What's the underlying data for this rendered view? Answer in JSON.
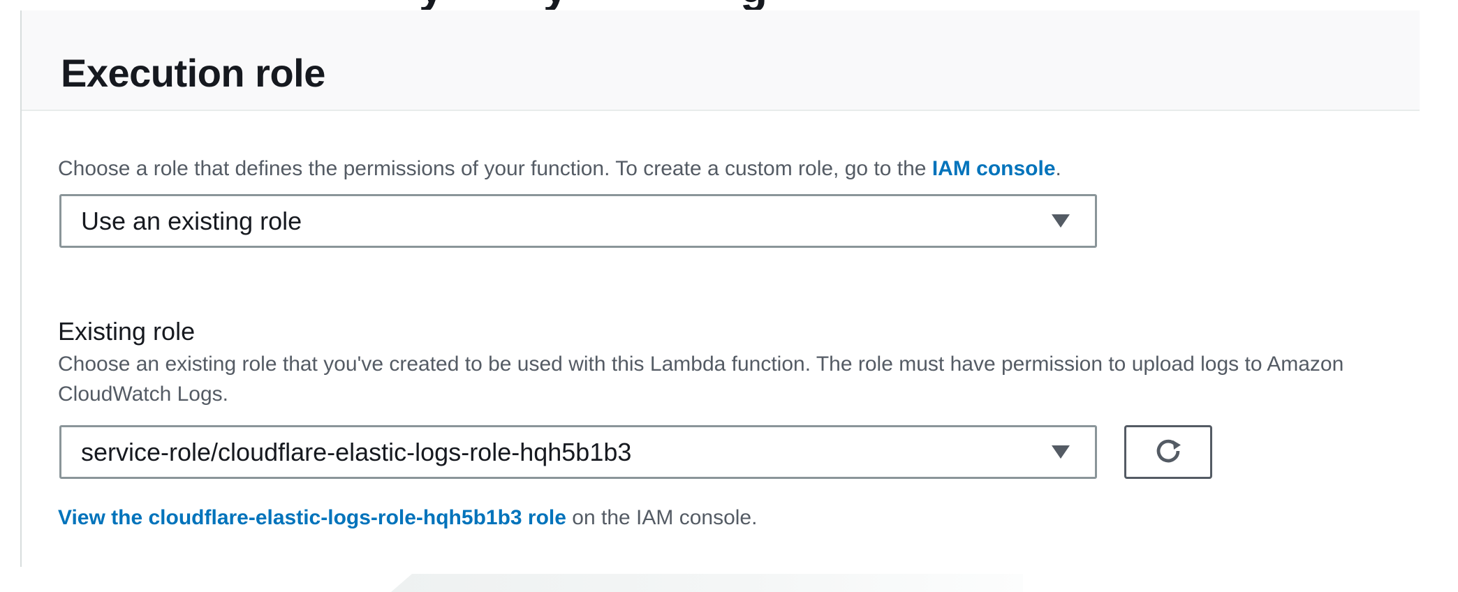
{
  "colors": {
    "link_blue": "#0073bb",
    "text_primary": "#16191f",
    "text_secondary": "#545b64",
    "select_border": "#8a9599",
    "button_border": "#545b64",
    "header_band_bg": "#f9f9fa"
  },
  "clipped_top": {
    "glyphs": [
      "y",
      "y",
      "g"
    ]
  },
  "section": {
    "title": "Execution role",
    "intro": {
      "text": "Choose a role that defines the permissions of your function. To create a custom role, go to the ",
      "link": "IAM console",
      "suffix": "."
    },
    "role_source_select": {
      "value": "Use an existing role"
    },
    "existing_role_field": {
      "label": "Existing role",
      "description": "Choose an existing role that you've created to be used with this Lambda function. The role must have permission to upload logs to Amazon CloudWatch Logs.",
      "select_value": "service-role/cloudflare-elastic-logs-role-hqh5b1b3"
    },
    "view_role": {
      "link": "View the cloudflare-elastic-logs-role-hqh5b1b3 role",
      "suffix": " on the IAM console."
    }
  }
}
